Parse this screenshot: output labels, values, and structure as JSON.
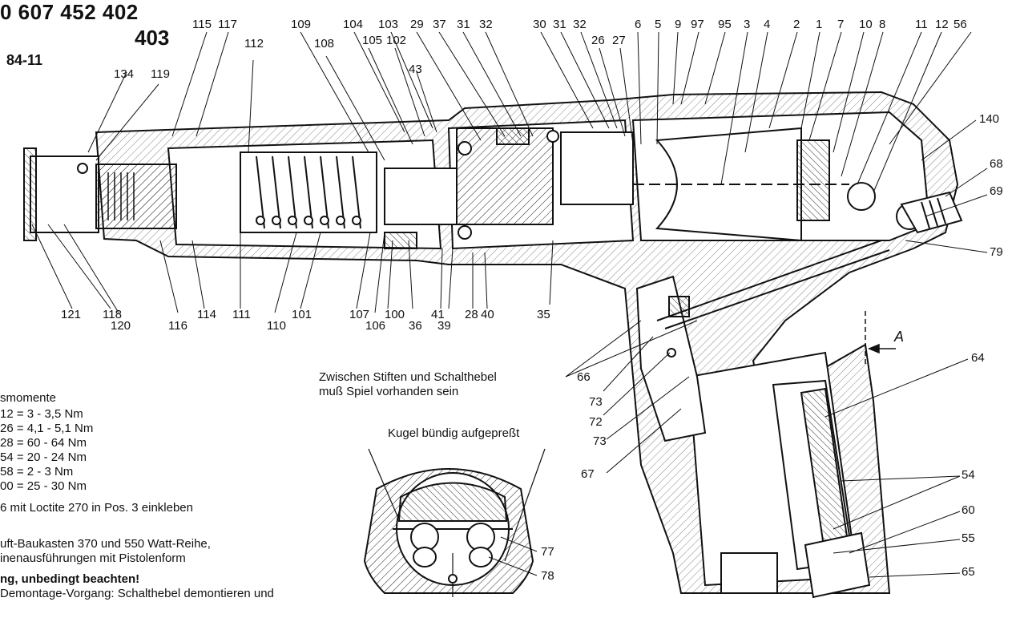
{
  "header": {
    "part_number": "0 607 452 402",
    "part_number_alt": "403",
    "code": "84-11"
  },
  "notes": {
    "play_line1": "Zwischen Stiften und Schalthebel",
    "play_line2": "muß Spiel vorhanden sein",
    "ball_title": "Kugel bündig aufgepreßt",
    "section_label": "A"
  },
  "torque": {
    "title": "smomente",
    "rows": [
      "12 =  3    -  3,5 Nm",
      "26 =  4,1 -  5,1 Nm",
      "28 = 60   - 64   Nm",
      "54 = 20   - 24   Nm",
      "58 =  2    -  3   Nm",
      "00 = 25   - 30   Nm"
    ],
    "loctite": "6 mit Loctite 270 in Pos. 3 einkleben"
  },
  "footer": {
    "line1": "uft-Baukasten 370 und 550 Watt-Reihe,",
    "line2": "inenausführungen mit Pistolenform",
    "warning": "ng, unbedingt beachten!",
    "line3": "Demontage-Vorgang: Schalthebel demontieren und"
  },
  "callouts": {
    "top": [
      "115",
      "117",
      "112",
      "109",
      "104",
      "103",
      "108",
      "105",
      "102",
      "43",
      "29",
      "37",
      "31",
      "32",
      "30",
      "31",
      "32",
      "26",
      "27",
      "6",
      "5",
      "9",
      "97",
      "95",
      "3",
      "4",
      "2",
      "1",
      "7",
      "10",
      "8",
      "11",
      "12",
      "56"
    ],
    "left": [
      "134",
      "119"
    ],
    "bottom": [
      "121",
      "118",
      "120",
      "116",
      "114",
      "111",
      "110",
      "101",
      "107",
      "106",
      "100",
      "36",
      "41",
      "39",
      "28",
      "40",
      "35"
    ],
    "right": [
      "140",
      "68",
      "69",
      "79",
      "64",
      "54",
      "60",
      "55",
      "65"
    ],
    "mid": [
      "66",
      "73",
      "72",
      "73",
      "67"
    ],
    "detail": [
      "77",
      "78"
    ]
  }
}
